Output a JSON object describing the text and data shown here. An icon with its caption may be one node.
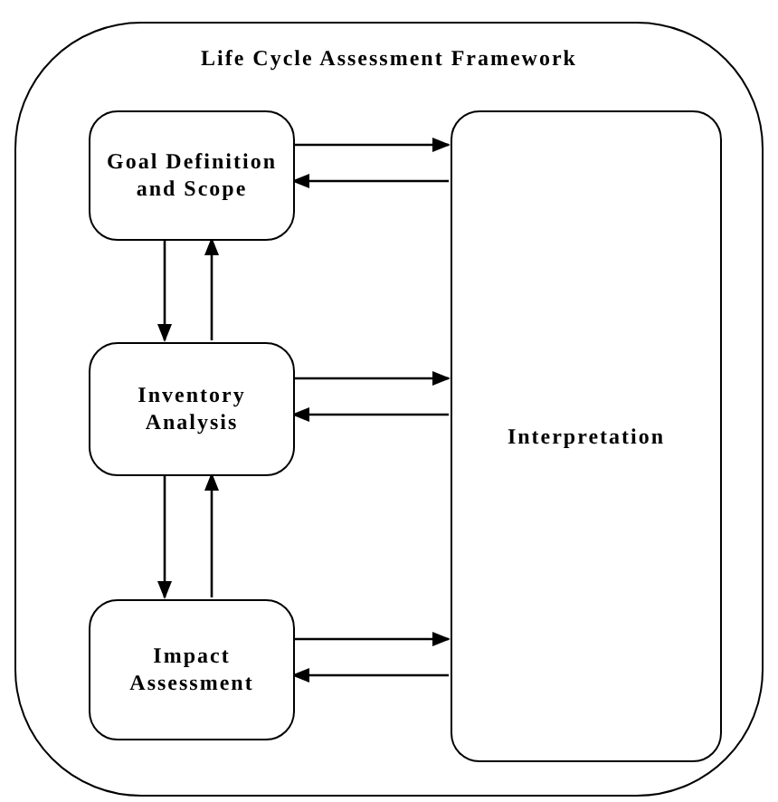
{
  "diagram": {
    "nodes": [
      {
        "text": [
          "Life Cycle Assessment Framework"
        ]
      },
      {
        "text": [
          "Goal Definition and Scope"
        ],
        "in": 0
      },
      {
        "text": [
          "Inventory Analysis"
        ],
        "in": 0
      },
      {
        "text": [
          "Impact Assessment"
        ],
        "in": 0
      },
      {
        "text": [
          "Interpretation"
        ],
        "in": 0
      }
    ],
    "edges": [
      {
        "from": 1,
        "to": 4,
        "arrow": "to"
      },
      {
        "from": 4,
        "to": 1,
        "arrow": "to"
      },
      {
        "from": 1,
        "to": 2,
        "arrow": "to"
      },
      {
        "from": 2,
        "to": 1,
        "arrow": "to"
      },
      {
        "from": 2,
        "to": 4,
        "arrow": "to"
      },
      {
        "from": 4,
        "to": 2,
        "arrow": "to"
      },
      {
        "from": 2,
        "to": 3,
        "arrow": "to"
      },
      {
        "from": 3,
        "to": 2,
        "arrow": "to"
      },
      {
        "from": 3,
        "to": 4,
        "arrow": "to"
      },
      {
        "from": 4,
        "to": 3,
        "arrow": "to"
      }
    ]
  }
}
